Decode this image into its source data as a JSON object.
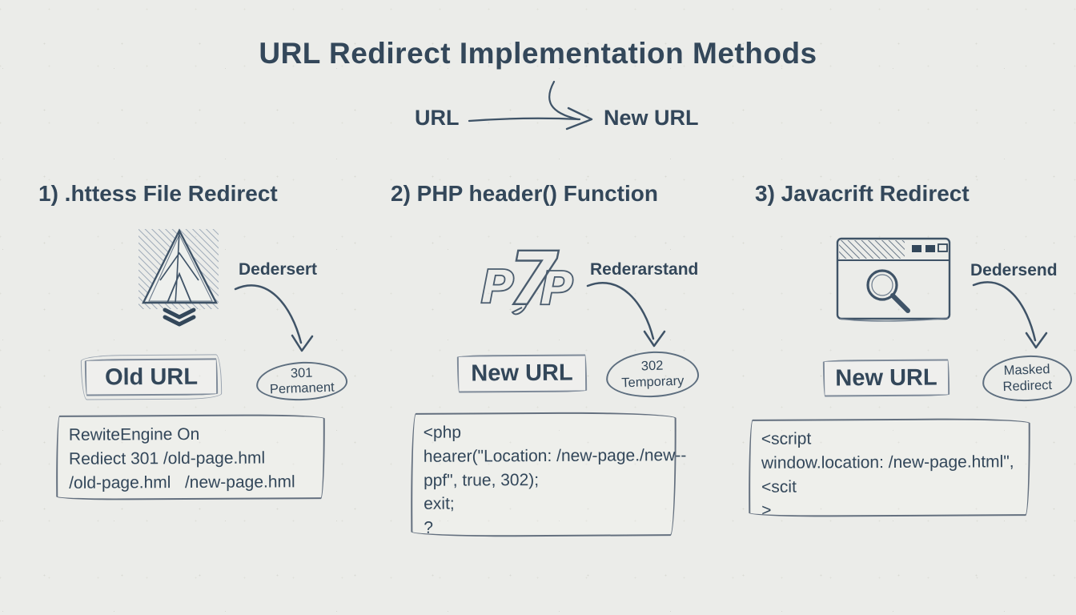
{
  "page": {
    "title": "URL Redirect Implementation Methods"
  },
  "flow": {
    "from": "URL",
    "to": "New URL"
  },
  "colors": {
    "ink": "#33475a",
    "ink_soft": "#5d6e7f",
    "ink_light": "#8b99a8",
    "paper": "#ebece9"
  },
  "methods": [
    {
      "heading": "1) .httess File Redirect",
      "icon": "apache-feather-icon",
      "action_label": "Dedersert",
      "url_box": "Old URL",
      "badge_line1": "301",
      "badge_line2": "Permanent",
      "code": [
        "RewiteEngine On",
        "Rediect 301 /old-page.hml",
        "/old-page.hml   /new-page.hml"
      ]
    },
    {
      "heading": "2) PHP header() Function",
      "icon": "php-logo-icon",
      "action_label": "Rederarstand",
      "url_box": "New URL",
      "badge_line1": "302",
      "badge_line2": "Temporary",
      "code": [
        "<php",
        "hearer(\"Location: /new-page./new--",
        "ppf\", true, 302);",
        "exit;",
        "?"
      ]
    },
    {
      "heading": "3) Javacrift Redirect",
      "icon": "browser-search-icon",
      "action_label": "Dedersend",
      "url_box": "New URL",
      "badge_line1": "Masked",
      "badge_line2": "Redirect",
      "code": [
        "<script",
        "window.location: /new-page.html\",",
        "<scit",
        ">"
      ]
    }
  ]
}
